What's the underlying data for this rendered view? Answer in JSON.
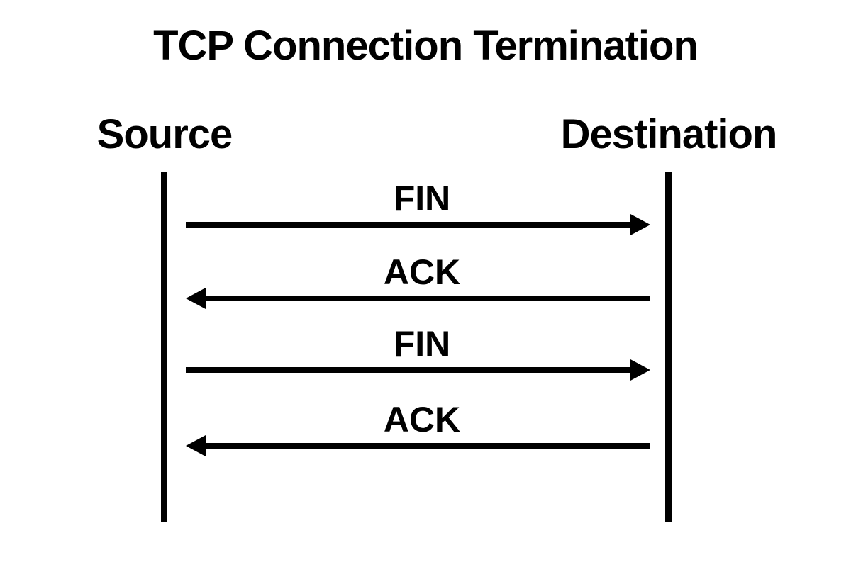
{
  "title": "TCP Connection Termination",
  "diagram": {
    "type": "sequence-diagram",
    "colors": {
      "foreground": "#000000",
      "background": "#ffffff"
    },
    "actors": [
      {
        "name": "Source"
      },
      {
        "name": "Destination"
      }
    ],
    "messages": [
      {
        "label": "FIN",
        "from": "Source",
        "to": "Destination",
        "direction": "right"
      },
      {
        "label": "ACK",
        "from": "Destination",
        "to": "Source",
        "direction": "left"
      },
      {
        "label": "FIN",
        "from": "Source",
        "to": "Destination",
        "direction": "right"
      },
      {
        "label": "ACK",
        "from": "Destination",
        "to": "Source",
        "direction": "left"
      }
    ]
  }
}
